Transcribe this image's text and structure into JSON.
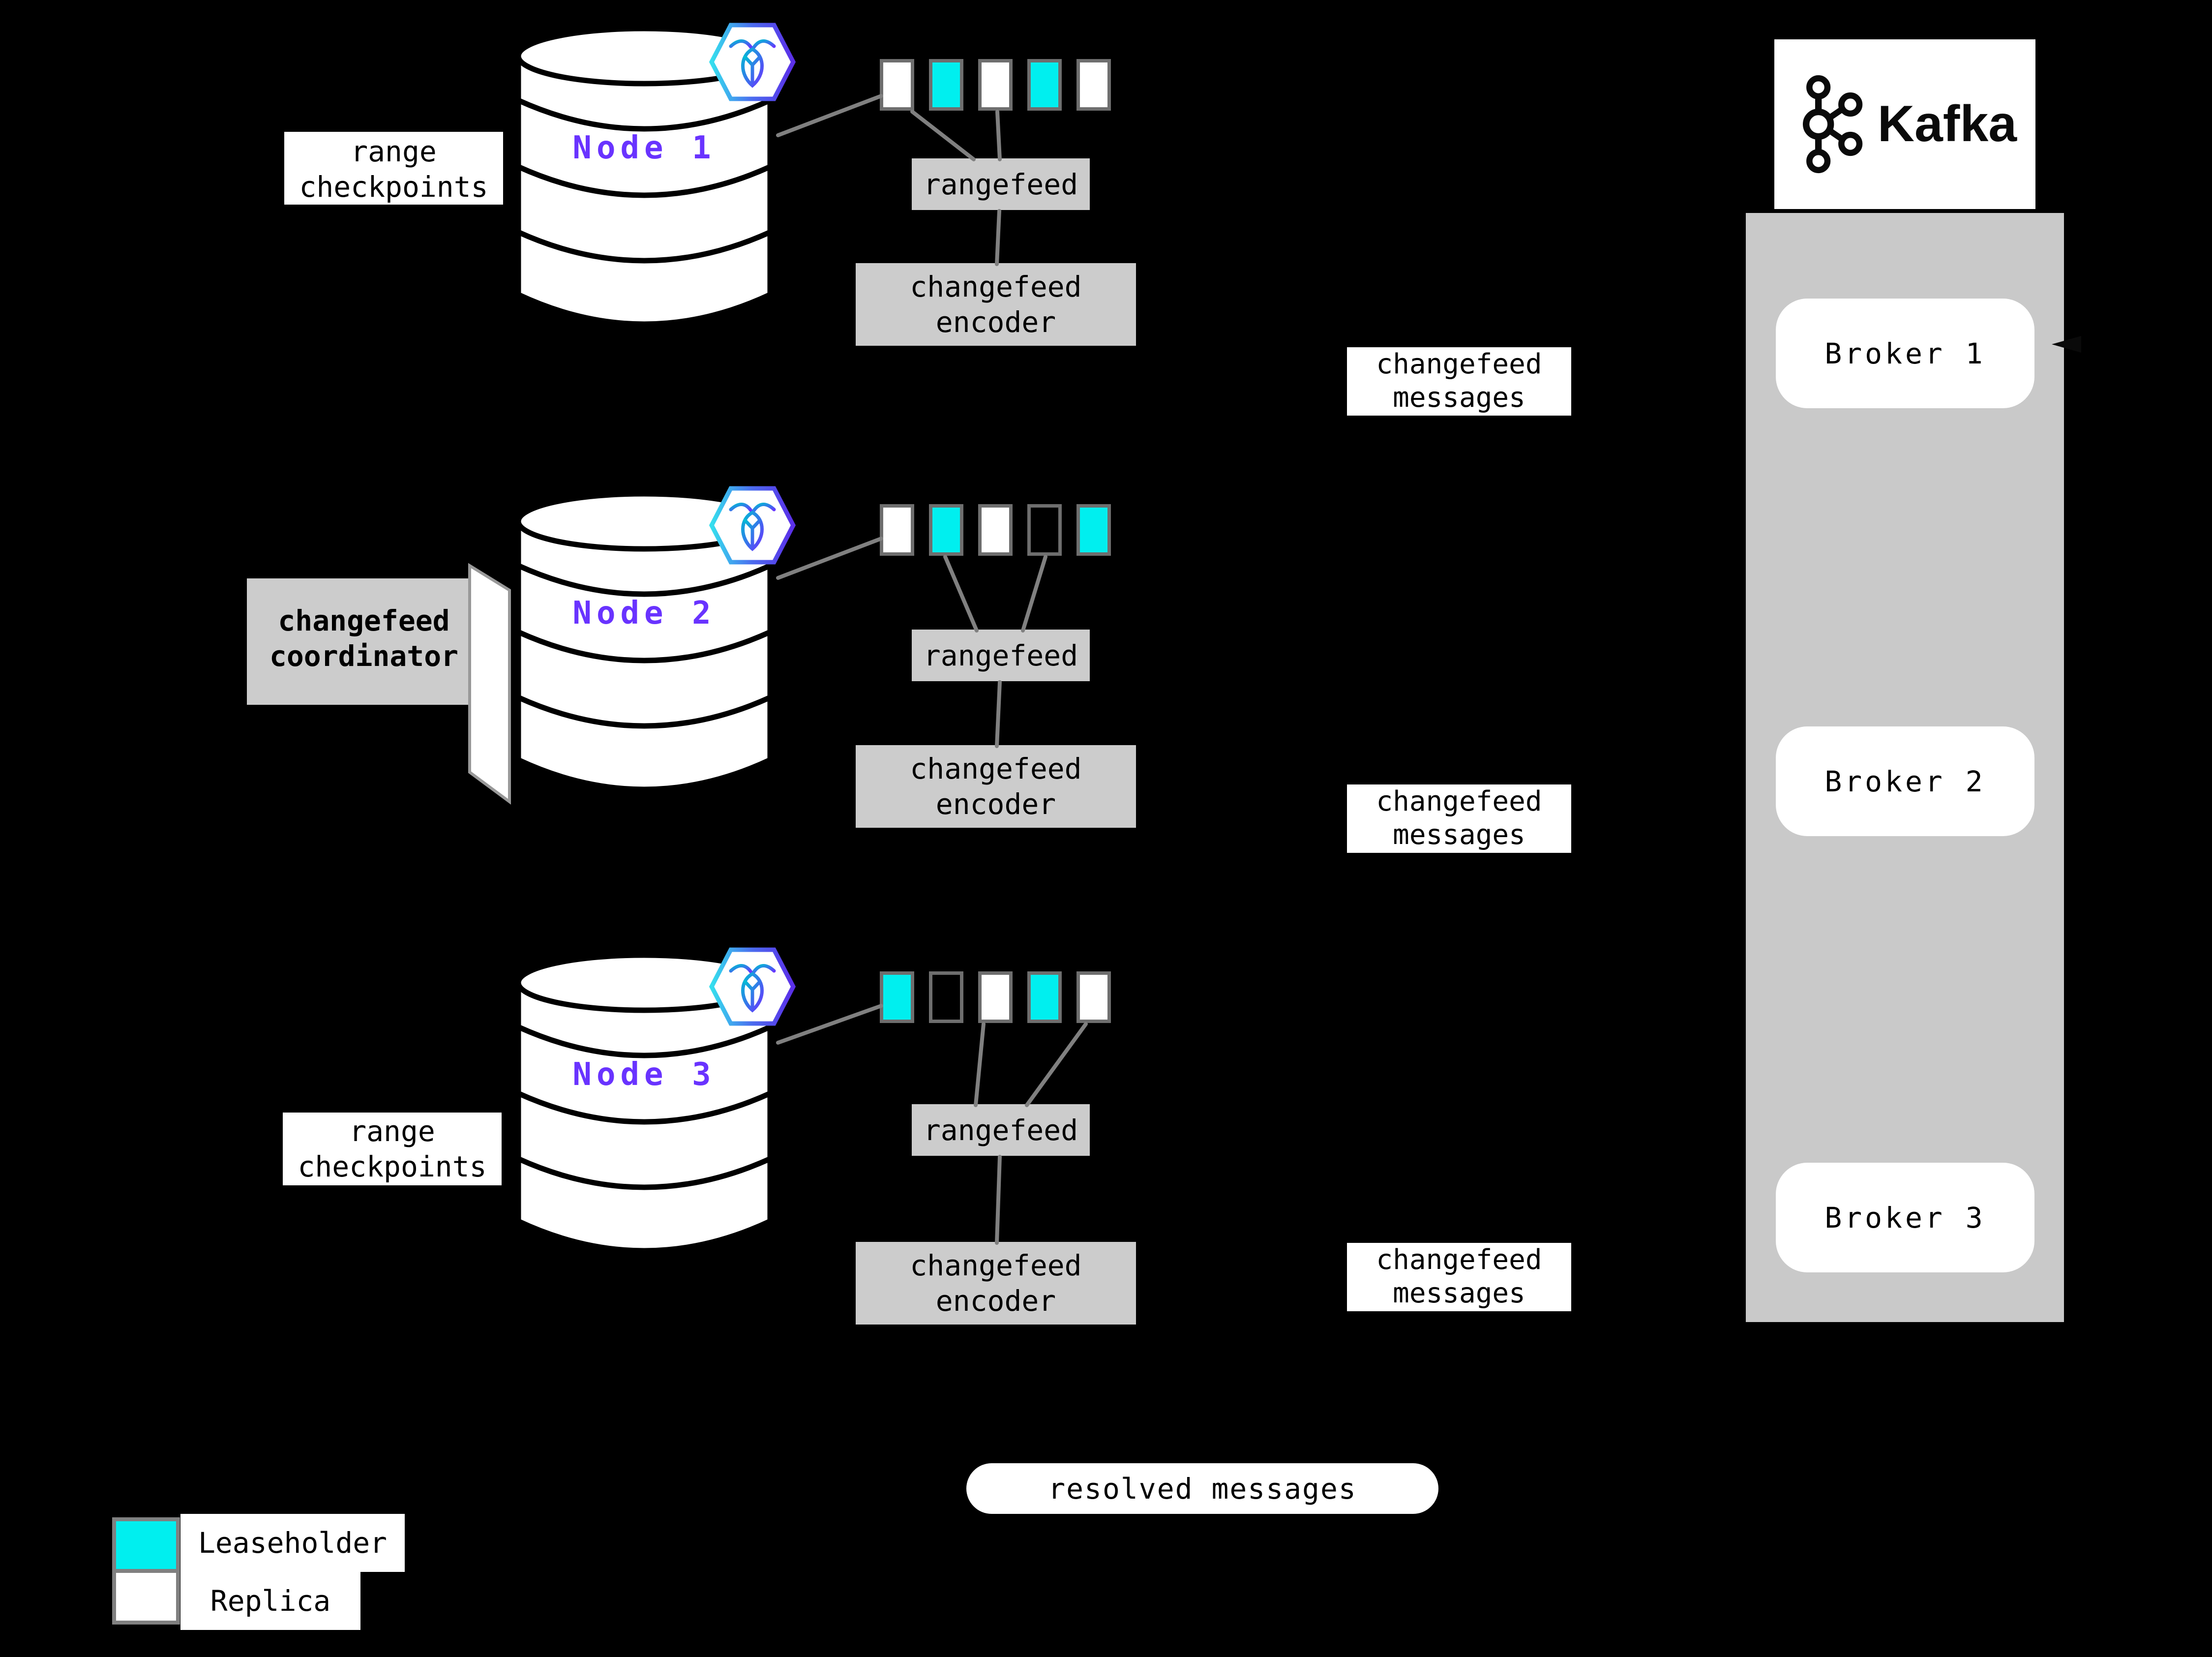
{
  "diagram": {
    "range_checkpoints_label": "range\ncheckpoints",
    "rangefeed_label": "rangefeed",
    "changefeed_encoder_label": "changefeed\nencoder",
    "changefeed_messages_label": "changefeed\nmessages",
    "changefeed_coordinator_label": "changefeed\ncoordinator",
    "resolved_messages_label": "resolved messages"
  },
  "nodes": [
    {
      "name": "Node 1",
      "ranges": [
        "replica",
        "leaseholder",
        "replica",
        "leaseholder",
        "replica"
      ]
    },
    {
      "name": "Node 2",
      "ranges": [
        "replica",
        "leaseholder",
        "replica",
        "empty",
        "leaseholder"
      ]
    },
    {
      "name": "Node 3",
      "ranges": [
        "leaseholder",
        "empty",
        "replica",
        "leaseholder",
        "replica"
      ]
    }
  ],
  "kafka": {
    "title": "Kafka",
    "brokers": [
      {
        "name": "Broker 1"
      },
      {
        "name": "Broker 2"
      },
      {
        "name": "Broker 3"
      }
    ]
  },
  "legend": {
    "items": [
      {
        "label": "Leaseholder",
        "type": "leaseholder"
      },
      {
        "label": "Replica",
        "type": "replica"
      }
    ]
  },
  "colors": {
    "background": "#000000",
    "leaseholder": "#00EFEF",
    "replica": "#FFFFFF",
    "node_label": "#6933FF",
    "gray_box": "#CCCCCC",
    "kafka_container": "#C9C9C9",
    "connector_line": "#808080",
    "range_border": "#6E6E6E"
  }
}
